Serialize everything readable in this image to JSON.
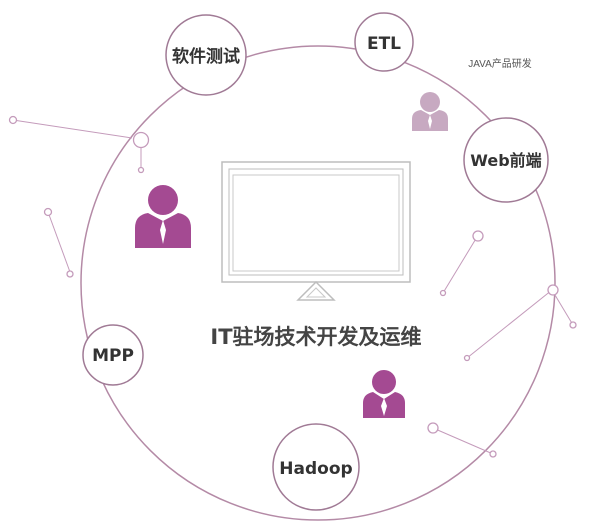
{
  "watermark": "JAVA产品研发",
  "center_title": "IT驻场技术开发及运维",
  "nodes": {
    "software_testing": "软件测试",
    "etl": "ETL",
    "web_frontend": "Web前端",
    "mpp": "MPP",
    "hadoop": "Hadoop"
  },
  "colors": {
    "ring": "#b48aa6",
    "node_border": "#a07a95",
    "person_primary": "#a44a92",
    "person_faded": "#c7a9c1",
    "monitor_frame": "#b9b9b9",
    "connector": "#c49bbb"
  }
}
